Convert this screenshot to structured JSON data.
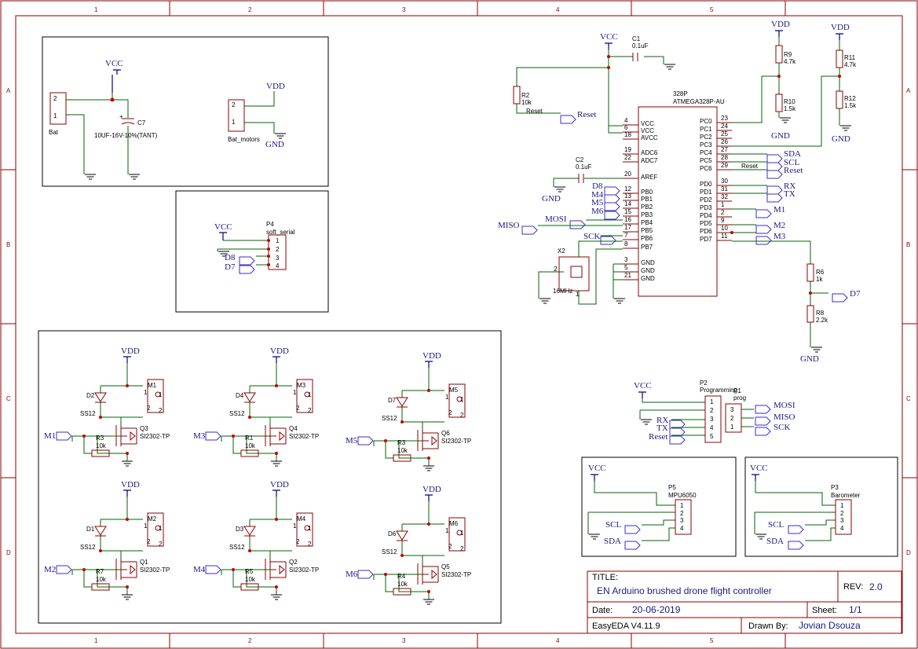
{
  "frame": {
    "cols": [
      "1",
      "2",
      "3",
      "4",
      "5"
    ],
    "rows": [
      "A",
      "B",
      "C",
      "D"
    ]
  },
  "power": {
    "vcc": "VCC",
    "vdd": "VDD",
    "gnd": "GND"
  },
  "battery": {
    "bat": "Bat",
    "bat_motors": "Bat_motors",
    "c7_ref": "C7",
    "c7_val": "10UF-16V-10%(TANT)",
    "pin1": "1",
    "pin2": "2"
  },
  "soft_serial": {
    "ref": "P4",
    "name": "soft_serial",
    "pins": [
      "1",
      "2",
      "3",
      "4"
    ],
    "d8": "D8",
    "d7": "D7"
  },
  "mcu": {
    "ref": "328P",
    "part": "ATMEGA328P-AU",
    "left_pins": [
      {
        "num": "4",
        "name": "VCC"
      },
      {
        "num": "6",
        "name": "VCC"
      },
      {
        "num": "18",
        "name": "AVCC"
      },
      {
        "num": "19",
        "name": "ADC6"
      },
      {
        "num": "22",
        "name": "ADC7"
      },
      {
        "num": "20",
        "name": "AREF"
      },
      {
        "num": "12",
        "name": "PB0"
      },
      {
        "num": "13",
        "name": "PB1"
      },
      {
        "num": "14",
        "name": "PB2"
      },
      {
        "num": "15",
        "name": "PB3"
      },
      {
        "num": "16",
        "name": "PB4"
      },
      {
        "num": "17",
        "name": "PB5"
      },
      {
        "num": "7",
        "name": "PB6"
      },
      {
        "num": "8",
        "name": "PB7"
      },
      {
        "num": "3",
        "name": "GND"
      },
      {
        "num": "5",
        "name": "GND"
      },
      {
        "num": "21",
        "name": "GND"
      }
    ],
    "right_pins": [
      {
        "num": "23",
        "name": "PC0"
      },
      {
        "num": "24",
        "name": "PC1"
      },
      {
        "num": "25",
        "name": "PC2"
      },
      {
        "num": "26",
        "name": "PC3"
      },
      {
        "num": "27",
        "name": "PC4"
      },
      {
        "num": "28",
        "name": "PC5"
      },
      {
        "num": "29",
        "name": "PC6"
      },
      {
        "num": "30",
        "name": "PD0"
      },
      {
        "num": "31",
        "name": "PD1"
      },
      {
        "num": "32",
        "name": "PD2"
      },
      {
        "num": "1",
        "name": "PD3"
      },
      {
        "num": "2",
        "name": "PD4"
      },
      {
        "num": "9",
        "name": "PD5"
      },
      {
        "num": "10",
        "name": "PD6"
      },
      {
        "num": "11",
        "name": "PD7"
      }
    ]
  },
  "passives": {
    "c1": "C1",
    "c1_val": "0.1uF",
    "c2": "C2",
    "c2_val": "0.1uF",
    "r2": "R2",
    "r2_val": "10k",
    "r9": "R9",
    "r9_val": "4.7k",
    "r10": "R10",
    "r10_val": "1.5k",
    "r11": "R11",
    "r11_val": "4.7k",
    "r12": "R12",
    "r12_val": "1.5k",
    "r6": "R6",
    "r6_val": "1k",
    "r8": "R8",
    "r8_val": "2.2k",
    "x2": "X2",
    "x2_val": "16MHz",
    "x2_p1": "1",
    "x2_p2": "2"
  },
  "nets": {
    "reset": "Reset",
    "sda": "SDA",
    "scl": "SCL",
    "rx": "RX",
    "tx": "TX",
    "mosi": "MOSI",
    "miso": "MISO",
    "sck": "SCK",
    "d7": "D7",
    "d8": "D8",
    "m1": "M1",
    "m2": "M2",
    "m3": "M3",
    "m4": "M4",
    "m5": "M5",
    "m6": "M6"
  },
  "motors": [
    {
      "m": "M1",
      "d": "D2",
      "q": "Q3",
      "r": "R3"
    },
    {
      "m": "M3",
      "d": "D4",
      "q": "Q4",
      "r": "R1"
    },
    {
      "m": "M5",
      "d": "D7",
      "q": "Q6",
      "r": "R3"
    },
    {
      "m": "M2",
      "d": "D1",
      "q": "Q1",
      "r": "R7"
    },
    {
      "m": "M4",
      "d": "D3",
      "q": "Q2",
      "r": "R5"
    },
    {
      "m": "M6",
      "d": "D6",
      "q": "Q5",
      "r": "R4"
    }
  ],
  "motor_common": {
    "diode": "SS12",
    "mosfet": "SI2302-TP",
    "res": "10k",
    "p1": "1",
    "p2": "2"
  },
  "programming": {
    "ref": "P2",
    "name": "Programming",
    "pins": [
      "1",
      "2",
      "3",
      "4",
      "5"
    ],
    "p1_ref": "P1",
    "p1_name": "prog",
    "p1_pins": [
      "3",
      "2",
      "1"
    ]
  },
  "mpu": {
    "ref": "P5",
    "name": "MPU6050",
    "pins": [
      "1",
      "2",
      "3",
      "4"
    ]
  },
  "baro": {
    "ref": "P3",
    "name": "Barometer",
    "pins": [
      "1",
      "2",
      "3",
      "4"
    ]
  },
  "title_block": {
    "title_label": "TITLE:",
    "title": "EN Arduino brushed drone flight controller",
    "rev_label": "REV:",
    "rev": "2.0",
    "date_label": "Date:",
    "date": "20-06-2019",
    "sheet_label": "Sheet:",
    "sheet": "1/1",
    "tool": "EasyEDA V4.11.9",
    "drawn_label": "Drawn By:",
    "drawn": "Jovian Dsouza"
  }
}
